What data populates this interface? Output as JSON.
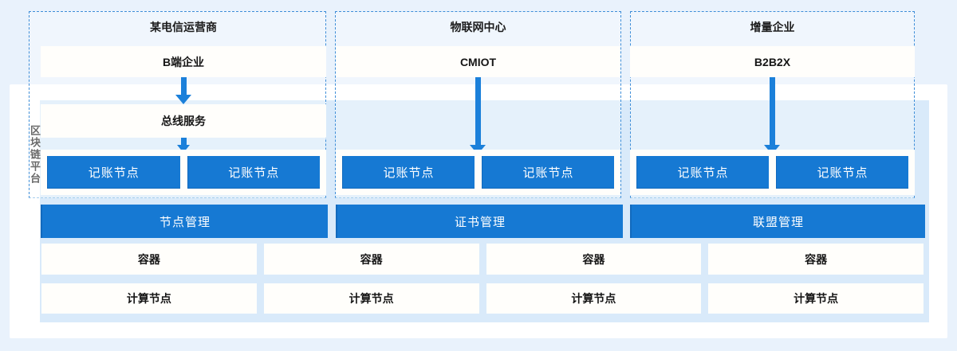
{
  "platform": {
    "label": "区块链平台"
  },
  "columns": [
    {
      "title": "某电信运营商",
      "entity": "B端企业",
      "bus_service": "总线服务",
      "ledger_nodes": [
        "记账节点",
        "记账节点"
      ],
      "management": "节点管理"
    },
    {
      "title": "物联网中心",
      "entity": "CMIOT",
      "ledger_nodes": [
        "记账节点",
        "记账节点"
      ],
      "management": "证书管理"
    },
    {
      "title": "增量企业",
      "entity": "B2B2X",
      "ledger_nodes": [
        "记账节点",
        "记账节点"
      ],
      "management": "联盟管理"
    }
  ],
  "infrastructure": {
    "containers": [
      "容器",
      "容器",
      "容器",
      "容器"
    ],
    "compute_nodes": [
      "计算节点",
      "计算节点",
      "计算节点",
      "计算节点"
    ]
  },
  "colors": {
    "primary_blue": "#1679d3",
    "arrow_blue": "#1b80da",
    "panel_blue": "#d9eafa",
    "page_bg": "#e9f2fc",
    "dashed_border": "#3e8ed8"
  }
}
